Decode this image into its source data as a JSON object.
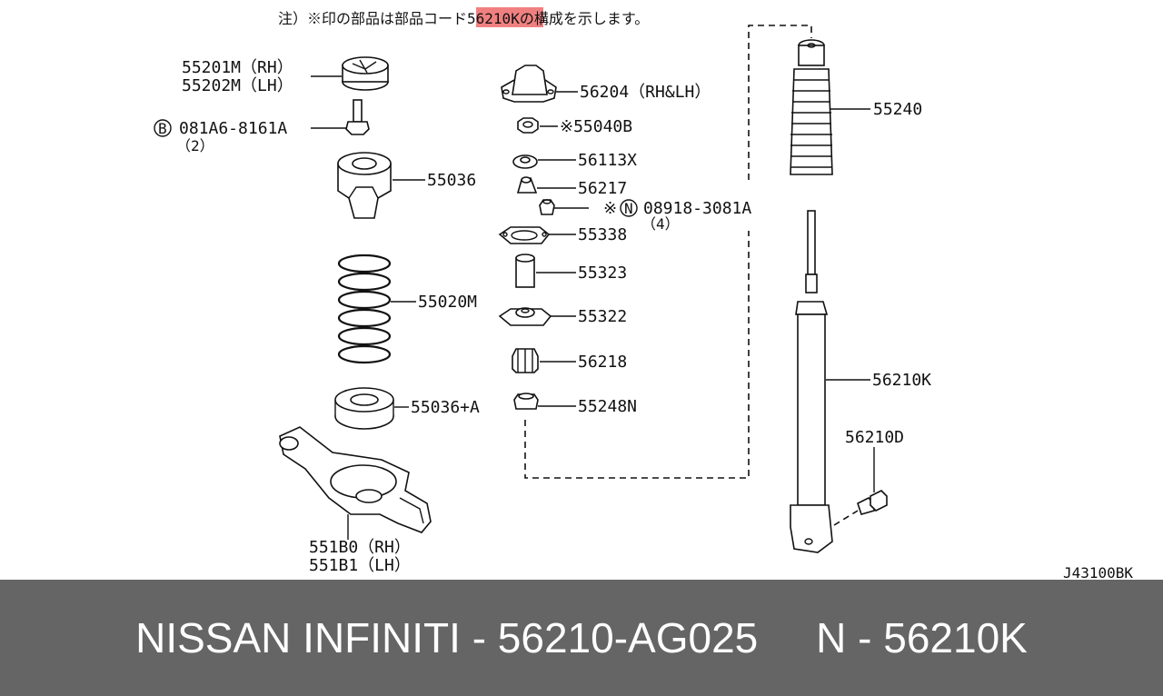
{
  "note": {
    "prefix": "注）※印の部品は部品コード",
    "highlight": "56210",
    "suffix": "Kの構成を示します。",
    "highlight_color": "#f08080"
  },
  "diagram_code": "J43100BK",
  "parts": {
    "p55201": {
      "line1": "55201M（RH）",
      "line2": "55202M（LH）"
    },
    "p081A6": {
      "prefix": "B",
      "number": "081A6-8161A",
      "qty": "（2）"
    },
    "p55036": "55036",
    "p55020": "55020M",
    "p55036A": "55036+A",
    "p551B": {
      "line1": "551B0（RH）",
      "line2": "551B1（LH）"
    },
    "p56204": "56204（RH&LH）",
    "p55040": "※55040B",
    "p56113": "56113X",
    "p56217": "56217",
    "p08918": {
      "mark": "※",
      "prefix": "N",
      "number": "08918-3081A",
      "qty": "（4）"
    },
    "p55338": "55338",
    "p55323": "55323",
    "p55322": "55322",
    "p56218": "56218",
    "p55248": "55248N",
    "p55240": "55240",
    "p56210K": "56210K",
    "p56210D": "56210D"
  },
  "footer": {
    "text": "NISSAN INFINITI - 56210-AG025     N - 56210K",
    "background": "#656565"
  }
}
